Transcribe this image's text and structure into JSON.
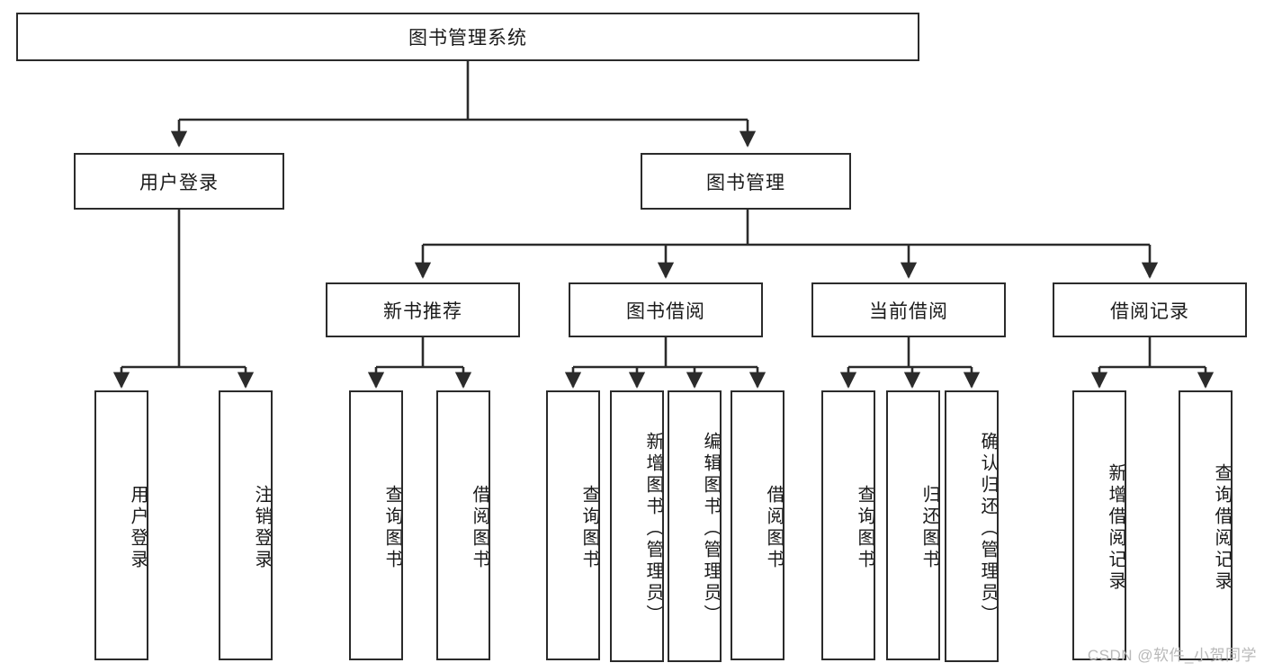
{
  "diagram": {
    "type": "tree",
    "title": "图书管理系统",
    "watermark": "CSDN @软件_小贺同学",
    "colors": {
      "box_border": "#2b2b2b",
      "box_fill": "#ffffff",
      "line": "#2b2b2b",
      "text": "#1a1a1a",
      "watermark": "#b9b9b9",
      "background": "#ffffff"
    },
    "levels": {
      "root": {
        "label": "图书管理系统"
      },
      "level2": [
        {
          "label": "用户登录"
        },
        {
          "label": "图书管理"
        }
      ],
      "level3": [
        {
          "label": "新书推荐"
        },
        {
          "label": "图书借阅"
        },
        {
          "label": "当前借阅"
        },
        {
          "label": "借阅记录"
        }
      ],
      "leaves": [
        {
          "label": "用户登录",
          "parent": "用户登录"
        },
        {
          "label": "注销登录",
          "parent": "用户登录"
        },
        {
          "label": "查询图书",
          "parent": "新书推荐"
        },
        {
          "label": "借阅图书",
          "parent": "新书推荐"
        },
        {
          "label": "查询图书",
          "parent": "图书借阅"
        },
        {
          "label": "新增图书（管理员）",
          "parent": "图书借阅"
        },
        {
          "label": "编辑图书（管理员）",
          "parent": "图书借阅"
        },
        {
          "label": "借阅图书",
          "parent": "图书借阅"
        },
        {
          "label": "查询图书",
          "parent": "当前借阅"
        },
        {
          "label": "归还图书",
          "parent": "当前借阅"
        },
        {
          "label": "确认归还（管理员）",
          "parent": "当前借阅"
        },
        {
          "label": "新增借阅记录",
          "parent": "借阅记录"
        },
        {
          "label": "查询借阅记录",
          "parent": "借阅记录"
        }
      ]
    }
  }
}
